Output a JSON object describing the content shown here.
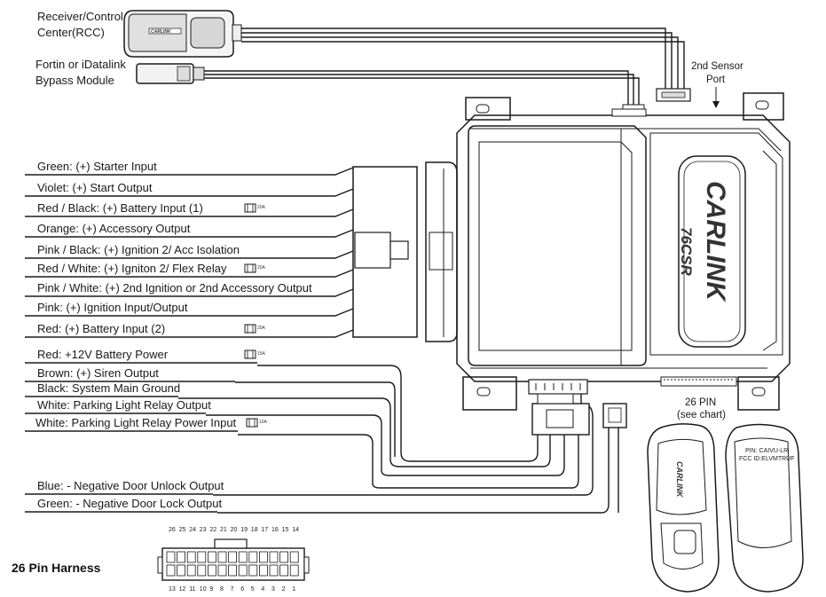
{
  "components": {
    "rcc_label": [
      "Receiver/Control",
      "Center(RCC)"
    ],
    "bypass_label": [
      "Fortin or iDatalink",
      "Bypass Module"
    ],
    "sensor_label": [
      "2nd Sensor",
      "Port"
    ],
    "pin_label": [
      "26 PIN",
      "(see chart)"
    ],
    "brand": "CARLINK",
    "model": "76CSR",
    "fcc_text": [
      "PIN: CAIVU-LR",
      "FCC ID:ELVMTRUF"
    ]
  },
  "wires": [
    {
      "label": "Green: (+) Starter Input"
    },
    {
      "label": "Violet: (+) Start Output"
    },
    {
      "label": "Red / Black: (+) Battery Input (1)",
      "fuse": "20A"
    },
    {
      "label": "Orange: (+) Accessory Output"
    },
    {
      "label": "Pink / Black: (+) Ignition 2/ Acc Isolation"
    },
    {
      "label": "Red / White: (+) Igniton 2/ Flex Relay",
      "fuse": "20A"
    },
    {
      "label": "Pink / White: (+) 2nd Ignition or 2nd Accessory Output"
    },
    {
      "label": "Pink: (+) Ignition Input/Output"
    },
    {
      "label": "Red: (+) Battery Input (2)",
      "fuse": "20A"
    },
    {
      "label": "Red: +12V Battery Power",
      "fuse": "15A"
    },
    {
      "label": "Brown: (+) Siren Output"
    },
    {
      "label": "Black: System Main Ground"
    },
    {
      "label": "White: Parking Light Relay Output"
    },
    {
      "label": "White: Parking Light Relay Power Input",
      "fuse": "10A"
    },
    {
      "label": "Blue: - Negative Door Unlock Output"
    },
    {
      "label": "Green: - Negative Door Lock Output"
    }
  ],
  "harness": {
    "title": "26 Pin Harness",
    "top_pins": [
      "26",
      "25",
      "24",
      "23",
      "22",
      "21",
      "20",
      "19",
      "18",
      "17",
      "16",
      "15",
      "14"
    ],
    "bottom_pins": [
      "13",
      "12",
      "11",
      "10",
      "9",
      "8",
      "7",
      "6",
      "5",
      "4",
      "3",
      "2",
      "1"
    ]
  }
}
